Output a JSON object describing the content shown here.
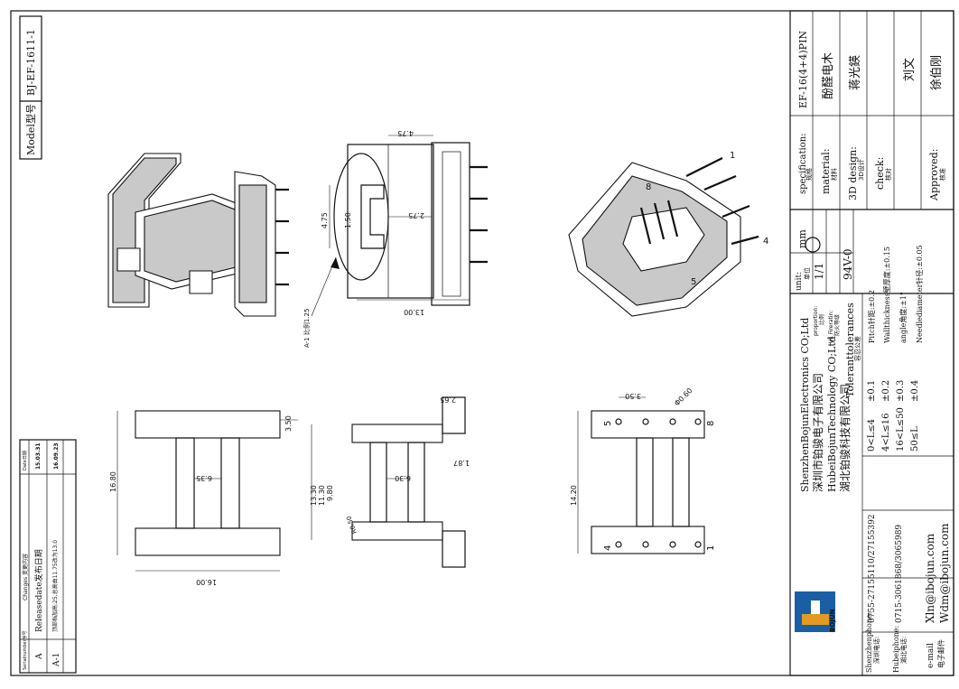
{
  "drawing_no": "BJ-EF-1611-1",
  "model_label": "Model型号",
  "changes": {
    "col_serial": "Serialnumber序号",
    "col_changes": "Changes 变更内容",
    "col_date": "Date日期",
    "rows": [
      {
        "serial": "A",
        "change": "Releasedate发布日期",
        "date": "15.03.31"
      },
      {
        "serial": "A-1",
        "change": "顶部档加高:25,总高由11.75改为13.0",
        "date": "16.09.23"
      }
    ]
  },
  "dims": {
    "top_w": "4.75",
    "top_h": "4.75",
    "top_slot": "1.50",
    "top_in": "2.75",
    "top_len": "13.00",
    "detail": "A-1 比例1.25",
    "v1_w": "16.80",
    "v1_in": "6.35",
    "v1_h": "16.00",
    "v1_side": "3.50",
    "v2_a": "13.30",
    "v2_b": "11.30",
    "v2_c": "9.80",
    "v2_in": "6.30",
    "v2_r": "R0.50",
    "v2_top": "2.65",
    "v2_pin": "1.87",
    "v3_h": "14.20",
    "v3_pitch": "3.50",
    "v3_dia": "Φ0.60"
  },
  "pins": {
    "p1": "1",
    "p4": "4",
    "p5": "5",
    "p8": "8"
  },
  "title_block": {
    "specification_label": "specification:",
    "specification_cn": "规格",
    "specification": "EF-16(4+4)PIN",
    "material_label": "material:",
    "material_cn": "材料",
    "material": "酚醛电木",
    "design_label": "3D design:",
    "design_cn": "3D设计",
    "designer": "蒋光鍈",
    "check_label": "check:",
    "check_cn": "核对",
    "checker": "刘文",
    "approved_label": "Approved:",
    "approved_cn": "核准",
    "approver": "徐伯刚",
    "unit_label": "unit:",
    "unit_cn": "单位",
    "unit": "mm",
    "proportion_label": "proportion:",
    "proportion_cn": "比例",
    "proportion": "1/1",
    "fire_label": "UL Fireratin:",
    "fire_cn": "防火等级",
    "fire": "94V-0",
    "tol_title": "Toleranttolerances",
    "tol_cn": "容忍公差",
    "tol_pitch": "Pitch针距:±0.2",
    "tol_wall": "Wallthickness壁厚度:±0.15",
    "tol_angle": "angle角度:±1°",
    "tol_needle": "Needlediameter针径:±0.05",
    "tol_rows": [
      {
        "range": "0<L≤4",
        "tol": "±0.1"
      },
      {
        "range": "4<L≤16",
        "tol": "±0.2"
      },
      {
        "range": "16<L≤50",
        "tol": "±0.3"
      },
      {
        "range": "50≤L",
        "tol": "±0.4"
      }
    ],
    "company_en1": "ShenzhenBojunElectronics CO;Ltd",
    "company_cn1": "深圳市铂骏电子有限公司",
    "company_en2": "HubeiBojunTechnology CO;Ltd",
    "company_cn2": "湖北铂骏科技有限公司",
    "sz_phone_label": "Shenzhenphone:",
    "sz_phone_cn": "深圳电话:",
    "sz_phone": "0755-27155110/27155392",
    "hb_phone_label": "Hubeiphone:",
    "hb_phone_cn": "湖北电话:",
    "hb_phone": "0715-3061868/3065989",
    "email_label": "e-mail",
    "email_cn": "电子邮件",
    "email1": "Xln@ibojun.com",
    "email2": "Wdm@ibojun.com",
    "logo_text": "BOJUN"
  }
}
